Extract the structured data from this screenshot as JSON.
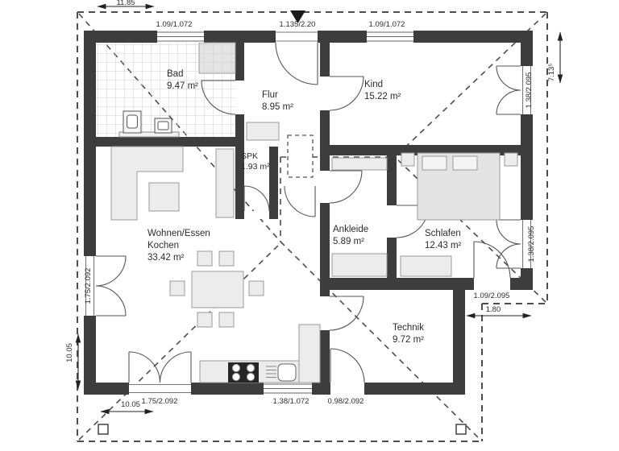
{
  "rooms": {
    "bad": {
      "name": "Bad",
      "area": "9.47 m²"
    },
    "flur": {
      "name": "Flur",
      "area": "8.95 m²"
    },
    "kind": {
      "name": "Kind",
      "area": "15.22 m²"
    },
    "spk": {
      "name": "SPK",
      "area": "1.93 m²"
    },
    "wohnen": {
      "line1": "Wohnen/Essen",
      "line2": "Kochen",
      "area": "33.42 m²"
    },
    "ankleide": {
      "name": "Ankleide",
      "area": "5.89 m²"
    },
    "schlafen": {
      "name": "Schlafen",
      "area": "12.43 m²"
    },
    "technik": {
      "name": "Technik",
      "area": "9.72 m²"
    }
  },
  "dims": {
    "width_top": "11.85",
    "window_bad": "1.09/1.072",
    "entrance_door": "1.135/2.20",
    "window_kind": "1.09/1.072",
    "height_right": "7.13⁵",
    "door_kind_right": "1.38/2.095",
    "door_schlafen_right": "1.38/2.095",
    "door_schlafen_bottom": "1.09/2.095",
    "offset_terrace": "1.80",
    "height_left": "10.05",
    "width_bottom": "10.05",
    "door_left": "1.75/2.092",
    "door_bottom": "1.75/2.092",
    "window_kitchen": "1.38/1.072",
    "door_technik": "0.98/2.092"
  },
  "colors": {
    "wall": "#3d3d3d",
    "furniture_fill": "#ececec",
    "furniture_stroke": "#9a9a9a",
    "dashed": "#4d4d4d",
    "stove": "#262626"
  }
}
